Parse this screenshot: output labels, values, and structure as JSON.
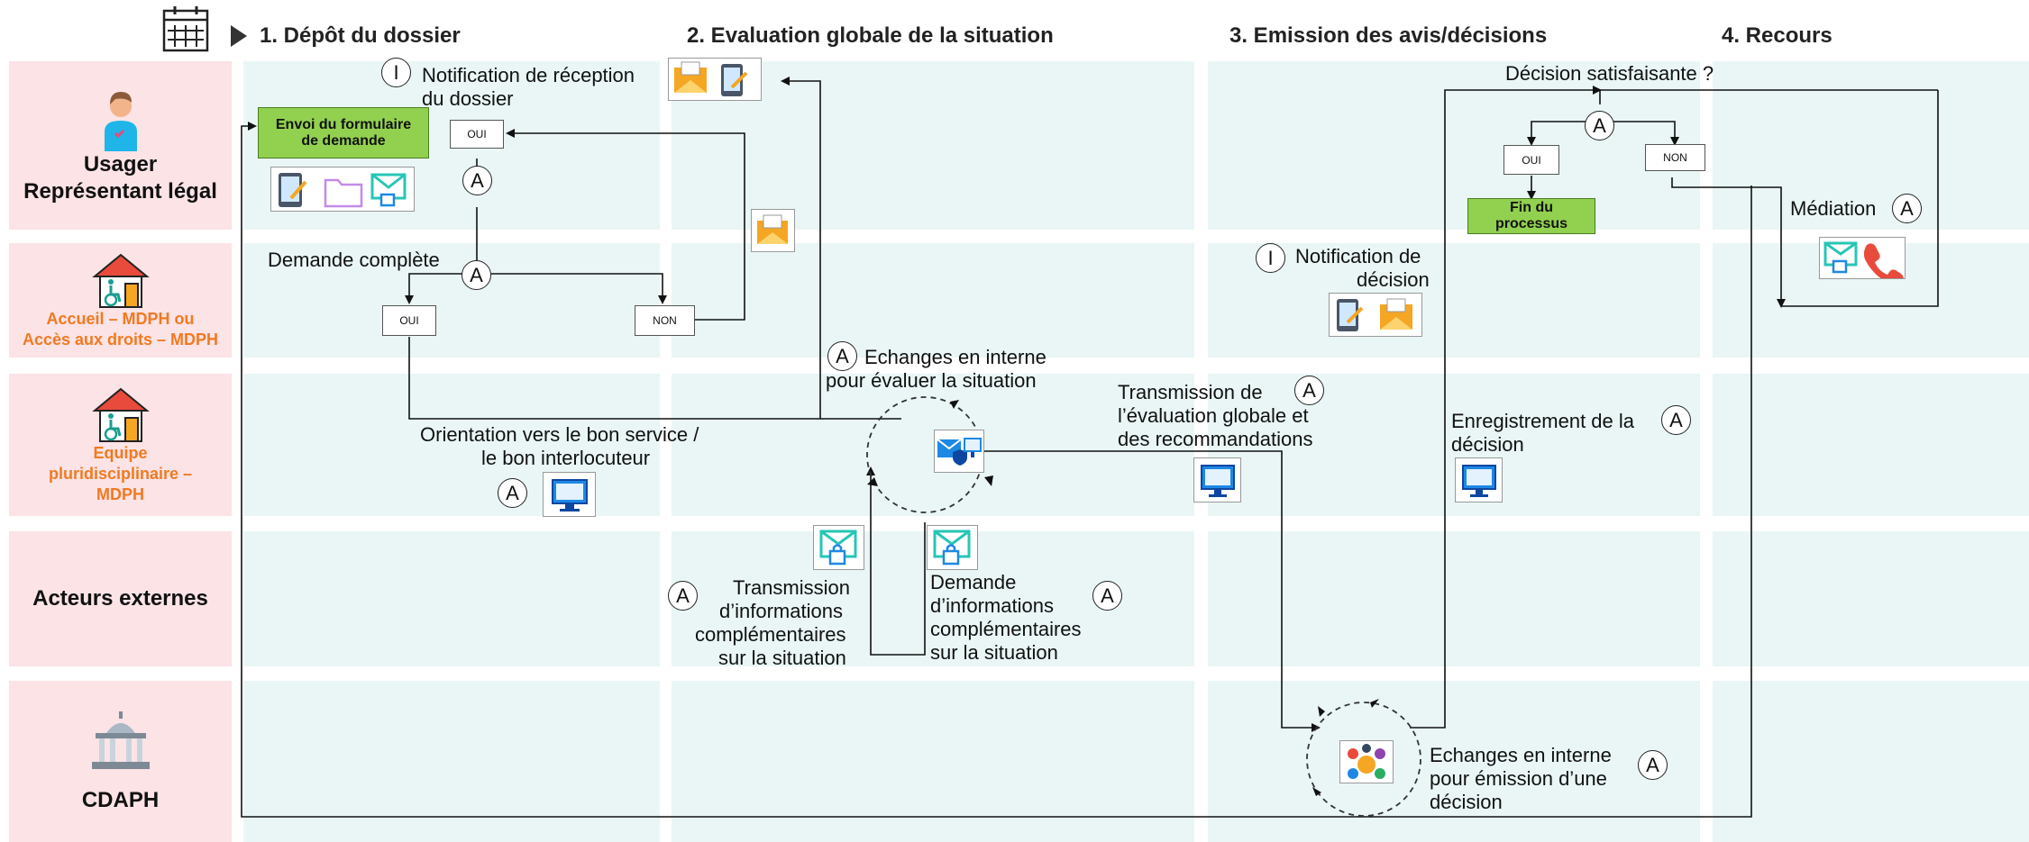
{
  "phases": [
    "1. Dépôt du dossier",
    "2. Evaluation globale de la situation",
    "3. Emission des avis/décisions",
    "4. Recours"
  ],
  "actors": {
    "usager_line1": "Usager",
    "usager_line2": "Représentant légal",
    "accueil_line1": "Accueil – MDPH ou",
    "accueil_line2": "Accès aux droits – MDPH",
    "equipe_line1": "Equipe",
    "equipe_line2": "pluridisciplinaire –",
    "equipe_line3": "MDPH",
    "externes": "Acteurs externes",
    "cdaph": "CDAPH"
  },
  "steps": {
    "envoi_formulaire": "Envoi du formulaire de demande",
    "notification_reception_1": "Notification de réception",
    "notification_reception_2": "du dossier",
    "demande_complete": "Demande complète",
    "oui": "OUI",
    "non": "NON",
    "orientation_1": "Orientation vers le bon service /",
    "orientation_2": "le bon interlocuteur",
    "echanges_interne_1": "Echanges en interne",
    "echanges_interne_2": "pour évaluer la situation",
    "transmission_info_1": "Transmission",
    "transmission_info_2": "d’informations",
    "transmission_info_3": "complémentaires",
    "transmission_info_4": "sur la situation",
    "demande_info_1": "Demande",
    "demande_info_2": "d’informations",
    "demande_info_3": "complémentaires",
    "demande_info_4": "sur la situation",
    "transmission_eval_1": "Transmission de",
    "transmission_eval_2": "l’évaluation globale et",
    "transmission_eval_3": "des recommandations",
    "notification_decision_1": "Notification de",
    "notification_decision_2": "décision",
    "enregistrement_1": "Enregistrement de la",
    "enregistrement_2": "décision",
    "echanges_cdaph_1": "Echanges en interne",
    "echanges_cdaph_2": "pour émission d’une",
    "echanges_cdaph_3": "décision",
    "decision_satisfaisante": "Décision satisfaisante ?",
    "fin_processus": "Fin du processus",
    "mediation": "Médiation"
  },
  "markers": {
    "action": "A",
    "information": "I"
  },
  "colors": {
    "lane_bg": "#e9f6f5",
    "actor_bg": "#fbe3e6",
    "accent_orange": "#f07a21",
    "green_box": "#92d050"
  },
  "icons": [
    "calendar-icon",
    "tablet-signature-icon",
    "folder-icon",
    "secure-mail-icon",
    "envelope-icon",
    "computer-icon",
    "phone-icon",
    "meeting-icon",
    "person-icon",
    "disabled-access-house-icon",
    "government-building-icon"
  ]
}
